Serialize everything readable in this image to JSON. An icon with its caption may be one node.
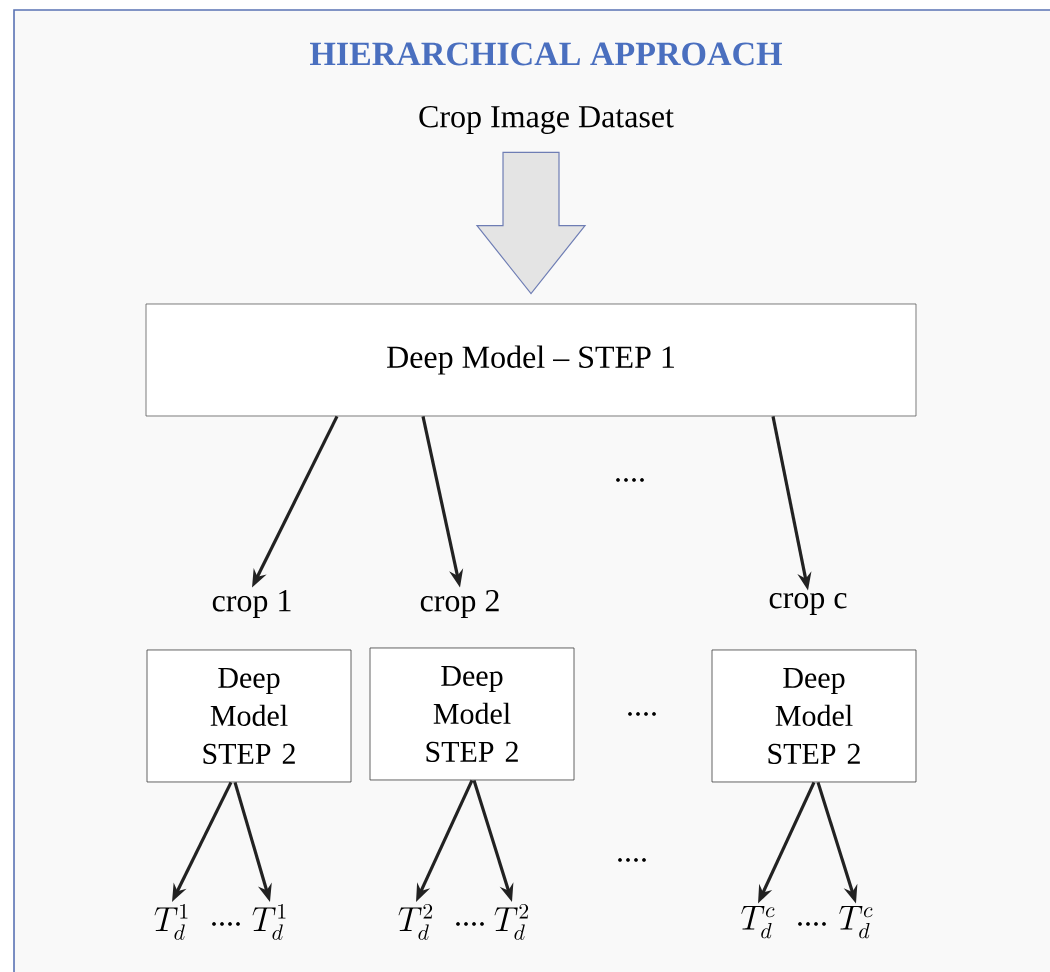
{
  "diagram": {
    "title": "HIERARCHICAL APPROACH",
    "nodes": [
      {
        "text": [
          "Crop Image Dataset"
        ]
      },
      {
        "text": [
          "Deep Model – STEP 1"
        ]
      },
      {
        "text": [
          "crop 1"
        ]
      },
      {
        "text": [
          "crop 2"
        ]
      },
      {
        "text": [
          "crop c"
        ]
      },
      {
        "text": [
          "Deep Model STEP 2"
        ]
      },
      {
        "text": [
          "Deep Model STEP 2"
        ]
      },
      {
        "text": [
          "Deep Model STEP 2"
        ]
      },
      {
        "text": [
          "T_d^1"
        ]
      },
      {
        "text": [
          "T_d^1"
        ]
      },
      {
        "text": [
          "T_d^2"
        ]
      },
      {
        "text": [
          "T_d^2"
        ]
      },
      {
        "text": [
          "T_d^c"
        ]
      },
      {
        "text": [
          "T_d^c"
        ]
      }
    ],
    "edges": [
      {
        "from": 0,
        "to": 1,
        "arrow": "to",
        "style": "thick"
      },
      {
        "from": 1,
        "to": 2,
        "arrow": "to"
      },
      {
        "from": 1,
        "to": 3,
        "arrow": "to"
      },
      {
        "from": 1,
        "to": 4,
        "arrow": "to"
      },
      {
        "from": 5,
        "to": 8,
        "arrow": "to"
      },
      {
        "from": 5,
        "to": 9,
        "arrow": "to"
      },
      {
        "from": 6,
        "to": 10,
        "arrow": "to"
      },
      {
        "from": 6,
        "to": 11,
        "arrow": "to"
      },
      {
        "from": 7,
        "to": 12,
        "arrow": "to"
      },
      {
        "from": 7,
        "to": 13,
        "arrow": "to"
      }
    ],
    "labels": [
      "....",
      "....",
      "....",
      "....",
      "....",
      "...."
    ]
  }
}
